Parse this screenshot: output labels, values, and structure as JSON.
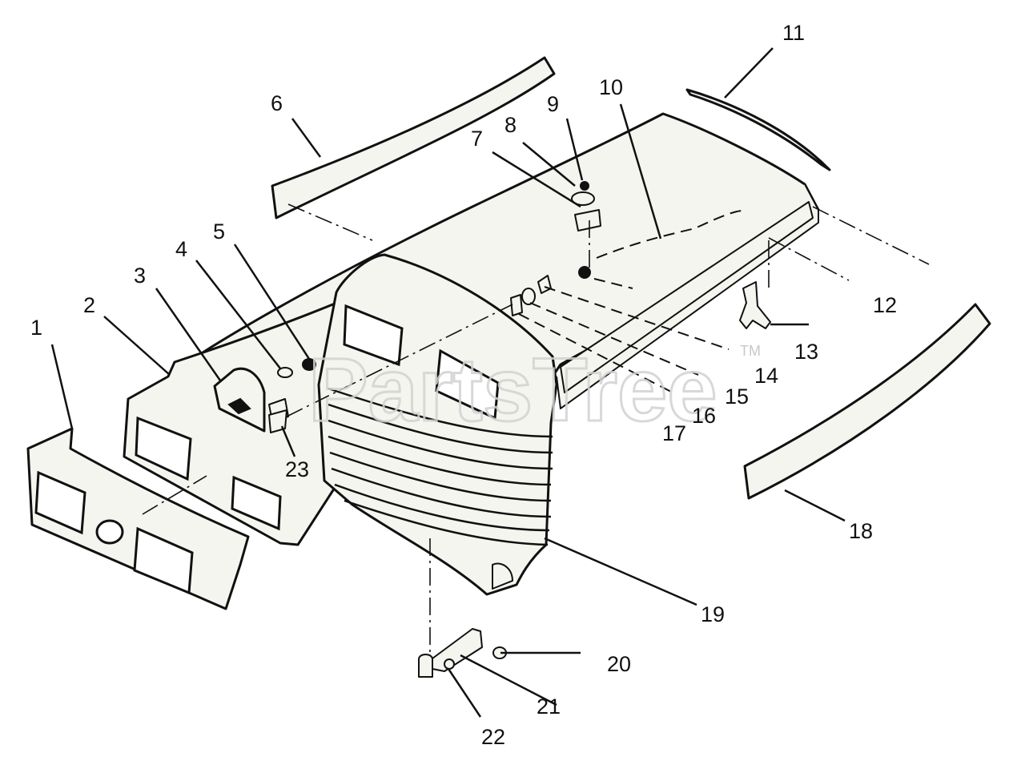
{
  "watermark": {
    "text": "PartsTree",
    "trademark": "TM"
  },
  "callouts": [
    {
      "id": "callout-1",
      "label": "1"
    },
    {
      "id": "callout-2",
      "label": "2"
    },
    {
      "id": "callout-3",
      "label": "3"
    },
    {
      "id": "callout-4",
      "label": "4"
    },
    {
      "id": "callout-5",
      "label": "5"
    },
    {
      "id": "callout-6",
      "label": "6"
    },
    {
      "id": "callout-7",
      "label": "7"
    },
    {
      "id": "callout-8",
      "label": "8"
    },
    {
      "id": "callout-9",
      "label": "9"
    },
    {
      "id": "callout-10",
      "label": "10"
    },
    {
      "id": "callout-11",
      "label": "11"
    },
    {
      "id": "callout-12",
      "label": "12"
    },
    {
      "id": "callout-13",
      "label": "13"
    },
    {
      "id": "callout-14",
      "label": "14"
    },
    {
      "id": "callout-15",
      "label": "15"
    },
    {
      "id": "callout-16",
      "label": "16"
    },
    {
      "id": "callout-17",
      "label": "17"
    },
    {
      "id": "callout-18",
      "label": "18"
    },
    {
      "id": "callout-19",
      "label": "19"
    },
    {
      "id": "callout-20",
      "label": "20"
    },
    {
      "id": "callout-21",
      "label": "21"
    },
    {
      "id": "callout-22",
      "label": "22"
    },
    {
      "id": "callout-23",
      "label": "23"
    }
  ]
}
